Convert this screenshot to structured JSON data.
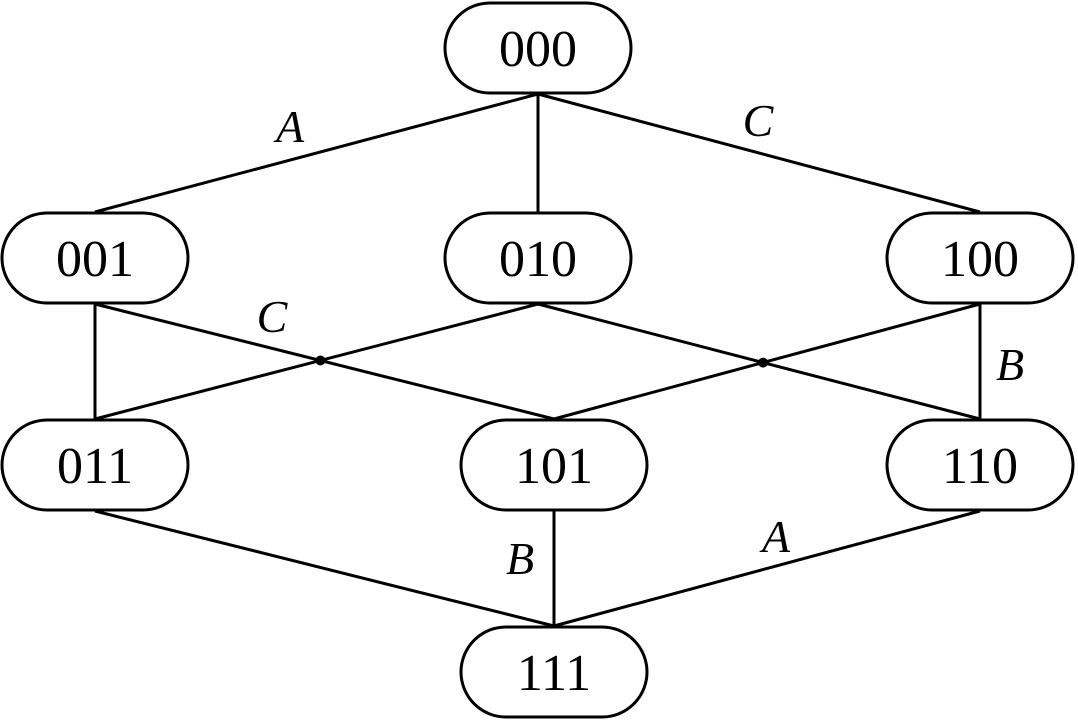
{
  "diagram": {
    "nodes": [
      {
        "id": "000",
        "label": "000"
      },
      {
        "id": "001",
        "label": "001"
      },
      {
        "id": "010",
        "label": "010"
      },
      {
        "id": "100",
        "label": "100"
      },
      {
        "id": "011",
        "label": "011"
      },
      {
        "id": "101",
        "label": "101"
      },
      {
        "id": "110",
        "label": "110"
      },
      {
        "id": "111",
        "label": "111"
      }
    ],
    "edges": [
      {
        "from": "000",
        "to": "001",
        "label": "A"
      },
      {
        "from": "000",
        "to": "010",
        "label": ""
      },
      {
        "from": "000",
        "to": "100",
        "label": "C"
      },
      {
        "from": "001",
        "to": "011",
        "label": ""
      },
      {
        "from": "001",
        "to": "101",
        "label": "C"
      },
      {
        "from": "010",
        "to": "011",
        "label": ""
      },
      {
        "from": "010",
        "to": "110",
        "label": ""
      },
      {
        "from": "100",
        "to": "101",
        "label": ""
      },
      {
        "from": "100",
        "to": "110",
        "label": "B"
      },
      {
        "from": "011",
        "to": "111",
        "label": ""
      },
      {
        "from": "101",
        "to": "111",
        "label": "B"
      },
      {
        "from": "110",
        "to": "111",
        "label": "A"
      }
    ]
  }
}
